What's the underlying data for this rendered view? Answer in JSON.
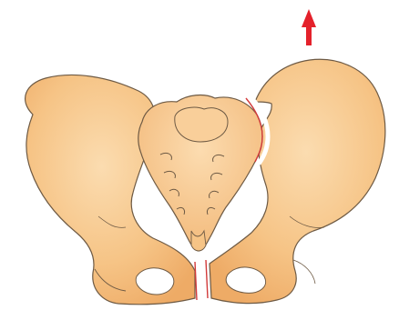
{
  "diagram": {
    "subject": "pelvis-bone-anterior-view",
    "colors": {
      "bone_light": "#f9cf9a",
      "bone_mid": "#f3b774",
      "bone_dark": "#e6a060",
      "outline": "#6e5a44",
      "fracture_line": "#d23a3a",
      "arrow": "#e4212b",
      "background": "#ffffff"
    },
    "arrow_direction": "up",
    "fractures": [
      "right-sacroiliac-disruption",
      "pubic-symphysis-disruption"
    ]
  }
}
